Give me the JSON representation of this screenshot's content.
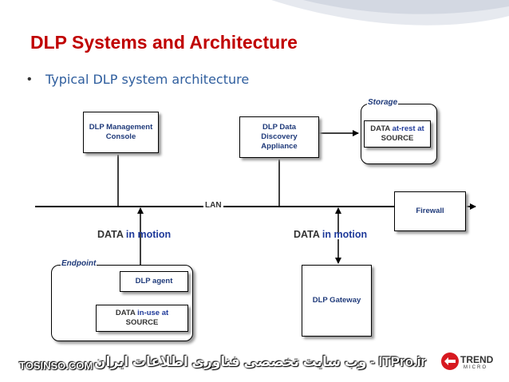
{
  "title": "DLP Systems and Architecture",
  "bullet": "Typical DLP system architecture",
  "nodes": {
    "management_console": [
      "DLP Management",
      "Console"
    ],
    "discovery_appliance": [
      "DLP Data",
      "Discovery",
      "Appliance"
    ],
    "storage_label": "Storage",
    "data_at_rest": {
      "part1": "DATA ",
      "part2": "at-rest at",
      "line2": "SOURCE"
    },
    "lan": "LAN",
    "firewall": "Firewall",
    "endpoint_label": "Endpoint",
    "dlp_agent": "DLP agent",
    "data_in_use": {
      "part1": "DATA ",
      "part2": "in-use at",
      "line2": "SOURCE"
    },
    "dlp_gateway": "DLP Gateway"
  },
  "flows": {
    "left": {
      "part1": "DATA ",
      "part2": "in motion"
    },
    "right": {
      "part1": "DATA ",
      "part2": "in motion"
    }
  },
  "footer": {
    "left": "TOSINSO.COM",
    "right": "ITPro.ir - وب سایت تخصصی فناوری اطلاعات ایران"
  },
  "logo": {
    "word1": "TREND",
    "word2": "MICRO"
  },
  "colors": {
    "title": "#c00000",
    "bullet": "#2f5e9e",
    "node_text": "#1f3a7a",
    "flow_emphasis": "#1f3a9a"
  }
}
